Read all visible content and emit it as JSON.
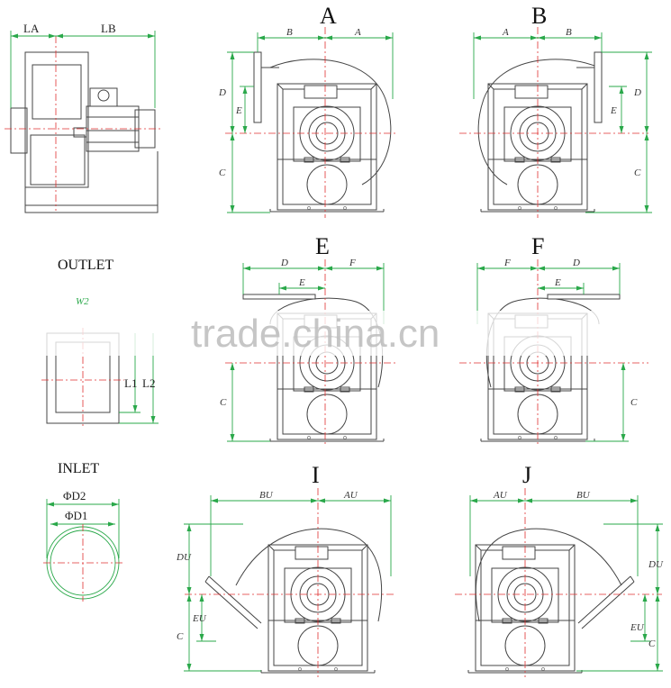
{
  "labels": {
    "la": "LA",
    "lb": "LB",
    "outlet": "OUTLET",
    "inlet": "INLET",
    "w2": "W2",
    "l1": "L1",
    "l2": "L2",
    "d2": "ΦD2",
    "d1": "ΦD1"
  },
  "views": {
    "A": {
      "title": "A",
      "dims": [
        "B",
        "A",
        "D",
        "E",
        "C"
      ]
    },
    "B": {
      "title": "B",
      "dims": [
        "A",
        "B",
        "D",
        "E",
        "C"
      ]
    },
    "E": {
      "title": "E",
      "dims": [
        "D",
        "F",
        "E",
        "C"
      ]
    },
    "F": {
      "title": "F",
      "dims": [
        "F",
        "D",
        "E",
        "C"
      ]
    },
    "I": {
      "title": "I",
      "dims": [
        "BU",
        "AU",
        "DU",
        "EU",
        "C"
      ]
    },
    "J": {
      "title": "J",
      "dims": [
        "AU",
        "BU",
        "DU",
        "EU",
        "C"
      ]
    }
  },
  "watermark": "trade.china.cn"
}
